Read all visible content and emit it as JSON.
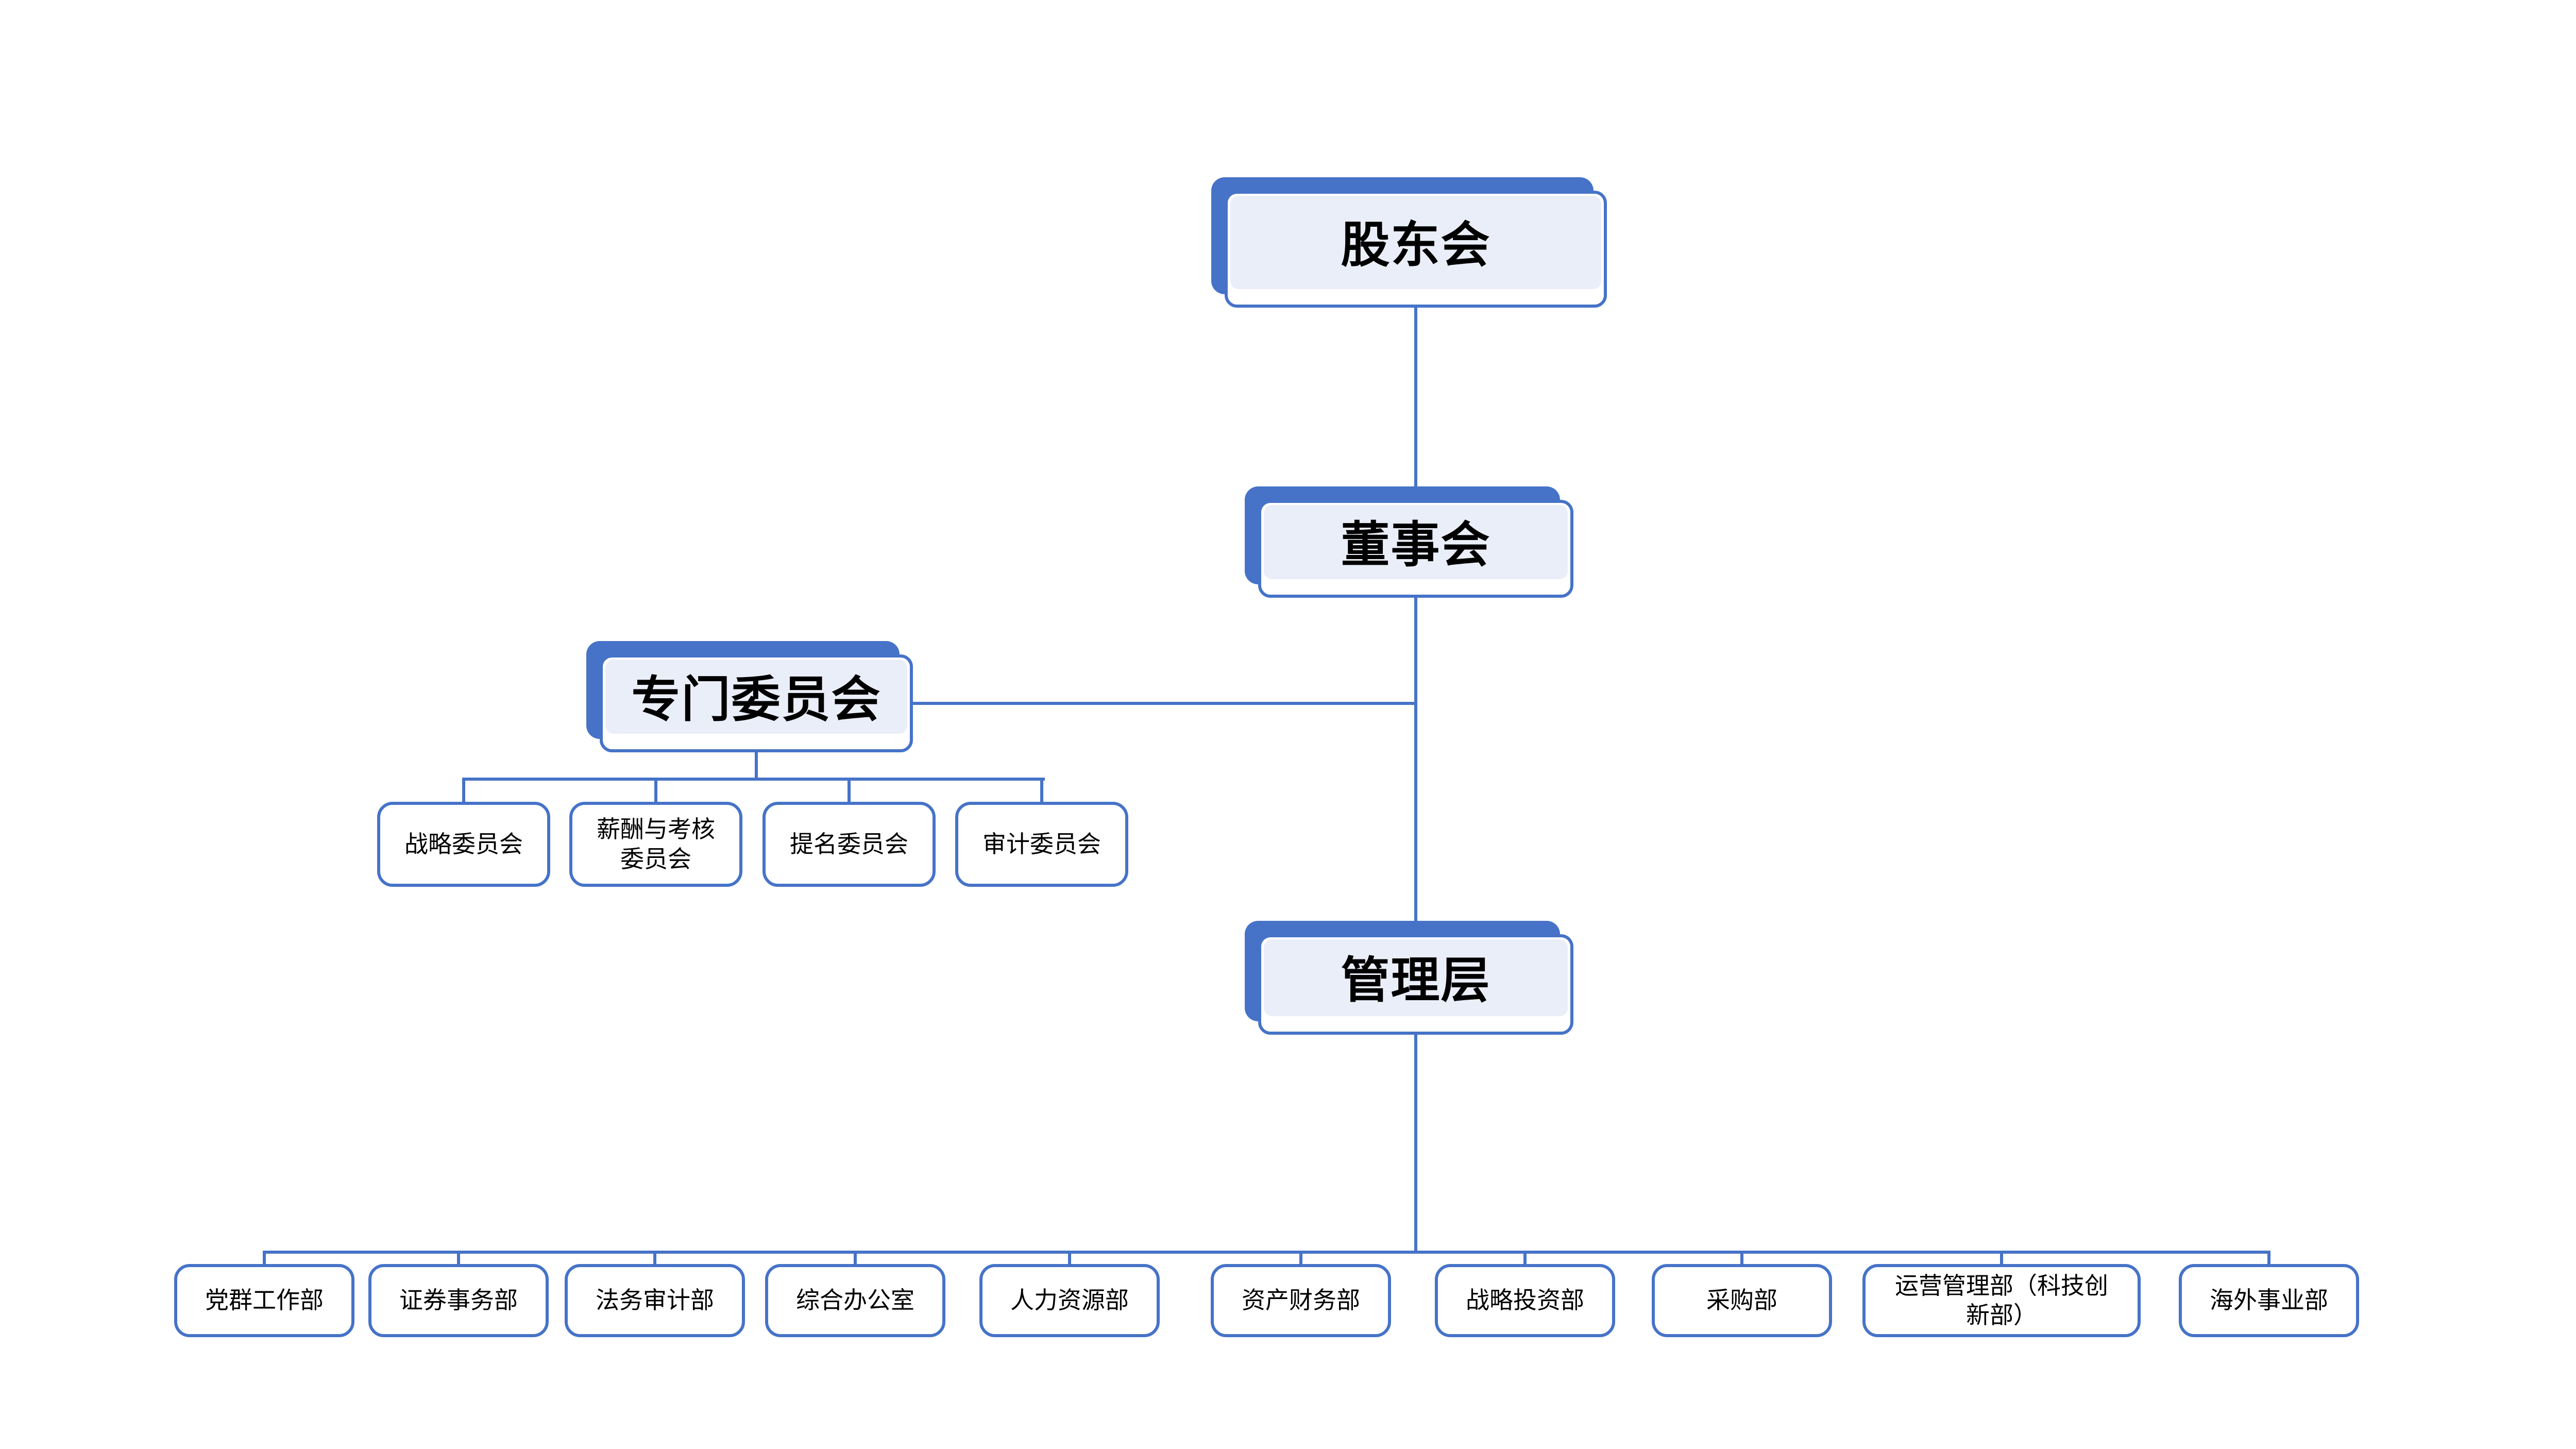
{
  "diagram": {
    "type": "org-chart",
    "levels": {
      "shareholders": "股东会",
      "board": "董事会",
      "special_committee": "专门委员会",
      "management": "管理层"
    },
    "committees": [
      "战略委员会",
      "薪酬与考核委员会",
      "提名委员会",
      "审计委员会"
    ],
    "departments": [
      "党群工作部",
      "证券事务部",
      "法务审计部",
      "综合办公室",
      "人力资源部",
      "资产财务部",
      "战略投资部",
      "采购部",
      "运营管理部（科技创新部）",
      "海外事业部"
    ],
    "colors": {
      "accent_blue": "#4673C8",
      "panel_fill": "#EAEEF8",
      "box_background": "#FFFFFF",
      "text": "#000000"
    }
  }
}
